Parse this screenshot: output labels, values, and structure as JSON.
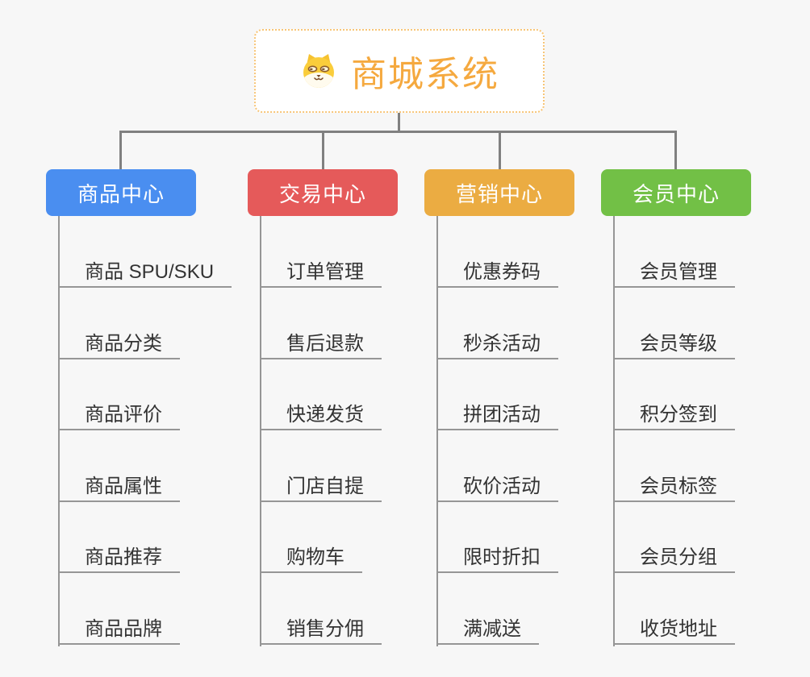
{
  "page": {
    "background": "#F7F7F7"
  },
  "root": {
    "title": "商城系统",
    "icon": "dog-face-icon",
    "title_color": "#F5A93F",
    "border_color": "#F7C577"
  },
  "colors": {
    "connector": "#808080",
    "tree_line": "#969696",
    "item_text": "#333333"
  },
  "branches": [
    {
      "label": "商品中心",
      "color": "#4A8EF0",
      "items": [
        "商品 SPU/SKU",
        "商品分类",
        "商品评价",
        "商品属性",
        "商品推荐",
        "商品品牌"
      ]
    },
    {
      "label": "交易中心",
      "color": "#E55A5A",
      "items": [
        "订单管理",
        "售后退款",
        "快递发货",
        "门店自提",
        "购物车",
        "销售分佣"
      ]
    },
    {
      "label": "营销中心",
      "color": "#EBAC42",
      "items": [
        "优惠券码",
        "秒杀活动",
        "拼团活动",
        "砍价活动",
        "限时折扣",
        "满减送"
      ]
    },
    {
      "label": "会员中心",
      "color": "#72C046",
      "items": [
        "会员管理",
        "会员等级",
        "积分签到",
        "会员标签",
        "会员分组",
        "收货地址"
      ]
    }
  ]
}
